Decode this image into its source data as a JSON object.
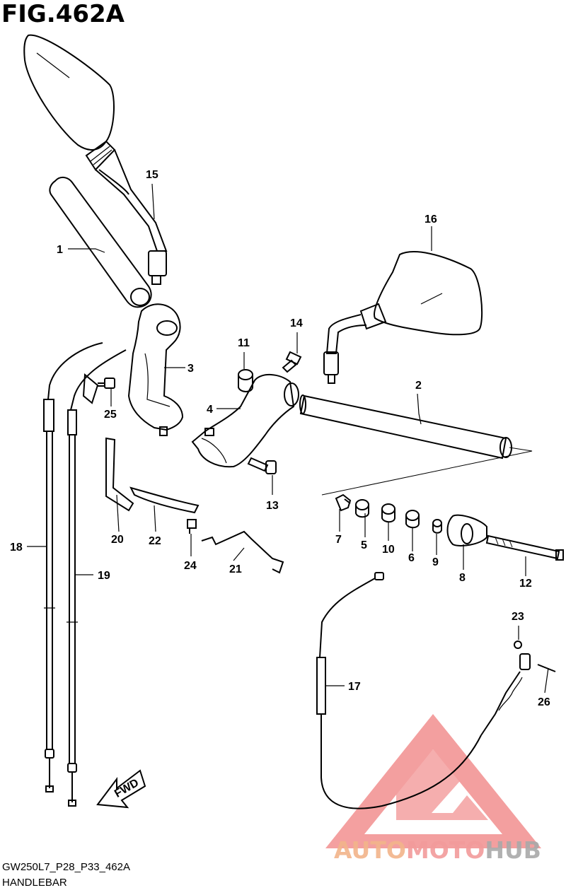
{
  "figure": {
    "title": "FIG.462A",
    "model_code": "GW250L7_P28_P33_462A",
    "section": "HANDLEBAR"
  },
  "callouts": [
    "1",
    "2",
    "3",
    "4",
    "5",
    "6",
    "7",
    "8",
    "9",
    "10",
    "11",
    "12",
    "13",
    "14",
    "15",
    "16",
    "17",
    "18",
    "19",
    "20",
    "21",
    "22",
    "23",
    "24",
    "25",
    "26"
  ],
  "fwd_label": "FWD",
  "watermark": {
    "part1": "AUTO",
    "part2": "MOTO",
    "part3": "HUB",
    "colors": {
      "auto": "#f2b48a",
      "moto": "#f29a9a",
      "hub": "#a8a8a8",
      "triangle": "#f08080"
    }
  }
}
